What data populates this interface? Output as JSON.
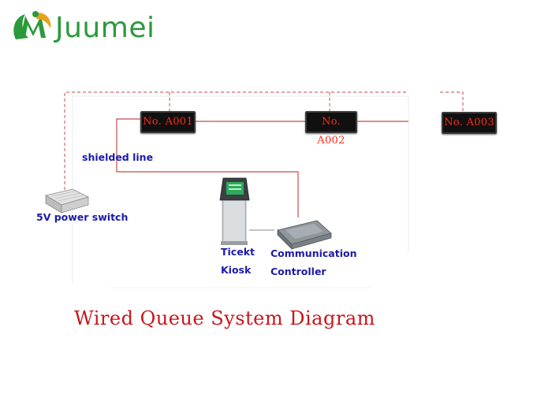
{
  "brand": {
    "name": "Juumei"
  },
  "displays": [
    {
      "label": "No. A001"
    },
    {
      "label": "No. A002"
    },
    {
      "label": "No. A003"
    }
  ],
  "labels": {
    "shielded_line": "shielded line",
    "power_switch": "5V power switch",
    "kiosk_line1": "Ticekt",
    "kiosk_line2": "Kiosk",
    "controller_line1": "Communication",
    "controller_line2": "Controller"
  },
  "title": "Wired Queue System Diagram",
  "colors": {
    "brand_green": "#2b9a3b",
    "wire_red": "#c84a4a",
    "display_text": "#ff2a1a",
    "label_blue": "#1b1ba8",
    "title_red": "#c8151b"
  }
}
